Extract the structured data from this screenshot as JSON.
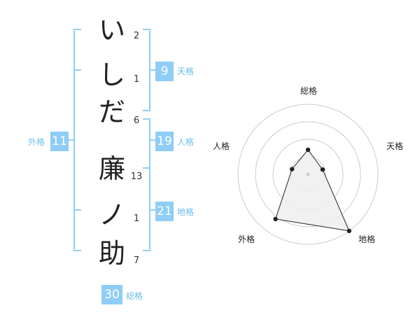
{
  "name": {
    "chars": [
      {
        "char": "い",
        "strokes": "2"
      },
      {
        "char": "し",
        "strokes": "1"
      },
      {
        "char": "だ",
        "strokes": "6"
      },
      {
        "char": "廉",
        "strokes": "13"
      },
      {
        "char": "ノ",
        "strokes": "1"
      },
      {
        "char": "助",
        "strokes": "7"
      }
    ]
  },
  "kaku": {
    "tenkaku": {
      "value": "9",
      "label": "天格"
    },
    "jinkaku": {
      "value": "19",
      "label": "人格"
    },
    "chikaku": {
      "value": "21",
      "label": "地格"
    },
    "gaikaku": {
      "value": "11",
      "label": "外格"
    },
    "soukaku": {
      "value": "30",
      "label": "総格"
    }
  },
  "chart_data": {
    "type": "radar",
    "axes": [
      "総格",
      "天格",
      "地格",
      "外格",
      "人格"
    ],
    "rings": 4,
    "values": [
      0.35,
      0.22,
      1.0,
      0.79,
      0.24
    ],
    "colors": {
      "fill": "#eeeeee",
      "line": "#222222",
      "ring": "#cccccc",
      "accent": "#8fcdf6"
    }
  }
}
